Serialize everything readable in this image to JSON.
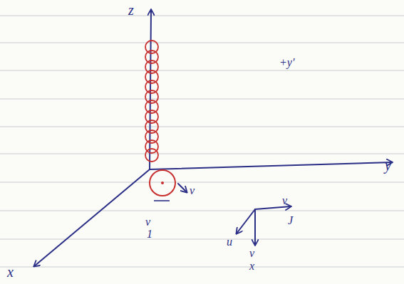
{
  "diagram": {
    "labels": [
      "z",
      "y",
      "x",
      "v",
      "v",
      "1",
      "+y'",
      "v",
      "J",
      "u",
      "v",
      "x"
    ]
  }
}
